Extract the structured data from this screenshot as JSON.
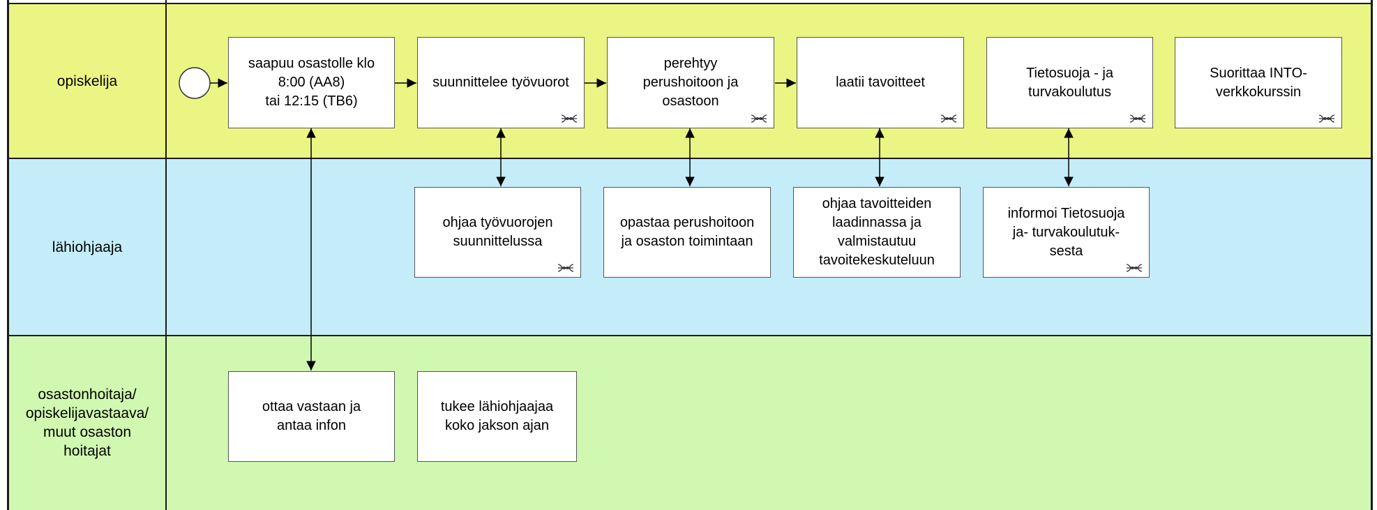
{
  "lanes": {
    "student": "opiskelija",
    "mentor": "lähiohjaaja",
    "staff": "osastonhoitaja/\nopiskelijavastaava/\nmuut osaston\nhoitajat"
  },
  "colors": {
    "lane_student": "#ebf584",
    "lane_mentor": "#c4edf9",
    "lane_staff": "#d0f8b0",
    "border": "#1a1a1a"
  },
  "tasks": {
    "arrive": "saapuu osastolle klo\n8:00 (AA8)\ntai 12:15 (TB6)",
    "plan_shifts": "suunnittelee työvuorot",
    "orient": "perehtyy\nperushoitoon ja\nosastoon",
    "goals": "laatii tavoitteet",
    "privacy": "Tietosuoja - ja\nturvakoulutus",
    "into": "Suorittaa INTO-\nverkkokurssin",
    "guide_shifts": "ohjaa työvuorojen\nsuunnittelussa",
    "guide_basic": "opastaa perushoitoon\nja osaston toimintaan",
    "guide_goals": "ohjaa tavoitteiden\nlaadinnassa ja\nvalmistautuu\ntavoitekeskuteluun",
    "inform_privacy": "informoi Tietosuoja\nja- turvakoulutuk-\nsesta",
    "receive": "ottaa vastaan ja\nantaa infon",
    "support": "tukee lähiohjaajaa\nkoko jakson ajan"
  },
  "icons": {
    "start_event": "start-event-circle",
    "subprocess": "subprocess-marker-icon"
  }
}
